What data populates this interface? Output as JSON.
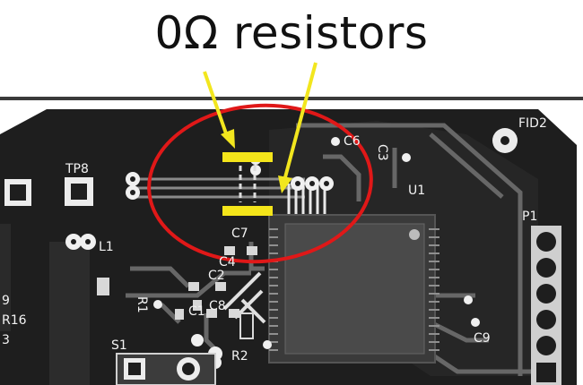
{
  "title": "0Ω resistors",
  "colors": {
    "board": "#1e1e1e",
    "copper_pour": "#2b2b2b",
    "trace": "#6a6a6a",
    "silkscreen": "#f2f2f2",
    "highlight_circle": "#e01818",
    "arrow": "#f2e61e",
    "resistor_pad": "#f4e51a"
  },
  "labels": {
    "tp8": "TP8",
    "fid2": "FID2",
    "c6": "C6",
    "c3": "C3",
    "u1": "U1",
    "p1": "P1",
    "l1": "L1",
    "c7": "C7",
    "c2": "C2",
    "r1": "R1",
    "c1": "C1",
    "c8": "C8",
    "r2": "R2",
    "s1": "S1",
    "c9": "C9",
    "r16": "R16",
    "nine": "9",
    "three": "3",
    "c4": "C4"
  },
  "icons": [
    "arrow-icon",
    "via-icon",
    "pad-icon"
  ]
}
